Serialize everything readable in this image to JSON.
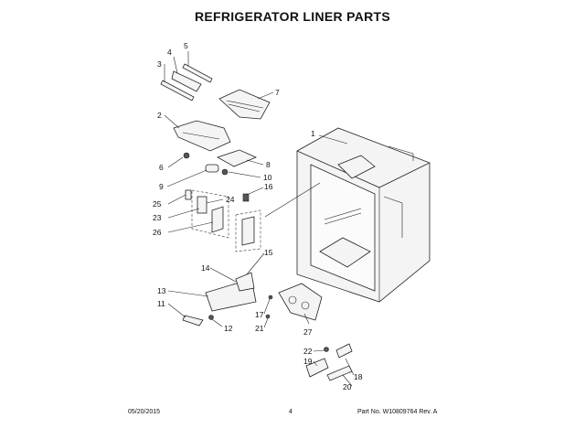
{
  "header": {
    "title": "REFRIGERATOR LINER PARTS"
  },
  "callouts": [
    "1",
    "2",
    "3",
    "4",
    "5",
    "6",
    "7",
    "8",
    "9",
    "10",
    "11",
    "12",
    "13",
    "14",
    "15",
    "16",
    "17",
    "18",
    "19",
    "20",
    "21",
    "22",
    "23",
    "24",
    "25",
    "26",
    "27"
  ],
  "footer": {
    "date": "05/20/2015",
    "page": "4",
    "part_no": "Part No. W10809764  Rev. A"
  }
}
